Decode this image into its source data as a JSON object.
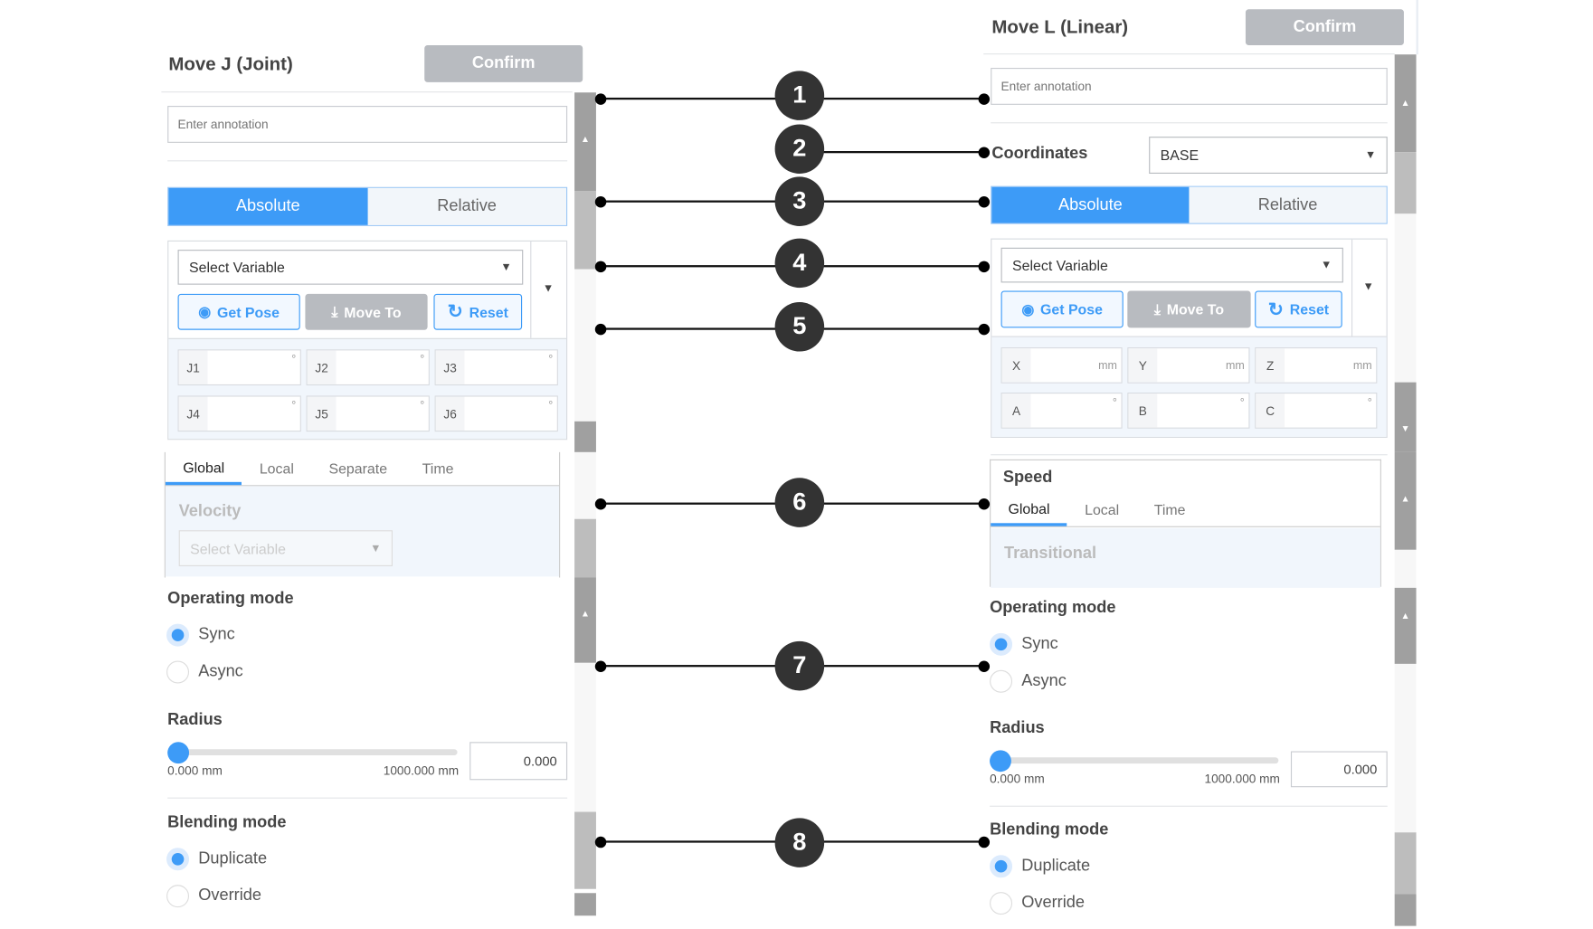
{
  "left": {
    "title": "Move J (Joint)",
    "confirm": "Confirm",
    "annotation_placeholder": "Enter annotation",
    "absolute": "Absolute",
    "relative": "Relative",
    "select_variable": "Select Variable",
    "get_pose": "Get Pose",
    "move_to": "Move To",
    "reset": "Reset",
    "fields": [
      {
        "label": "J1",
        "unit": "°"
      },
      {
        "label": "J2",
        "unit": "°"
      },
      {
        "label": "J3",
        "unit": "°"
      },
      {
        "label": "J4",
        "unit": "°"
      },
      {
        "label": "J5",
        "unit": "°"
      },
      {
        "label": "J6",
        "unit": "°"
      }
    ],
    "tabs": [
      "Global",
      "Local",
      "Separate",
      "Time"
    ],
    "velocity": "Velocity",
    "velocity_select": "Select Variable",
    "operating_mode": "Operating mode",
    "sync": "Sync",
    "async": "Async",
    "radius": "Radius",
    "radius_min": "0.000 mm",
    "radius_max": "1000.000 mm",
    "radius_value": "0.000",
    "radius_fraction": 0,
    "blending_mode": "Blending mode",
    "duplicate": "Duplicate",
    "override": "Override"
  },
  "right": {
    "title": "Move L (Linear)",
    "confirm": "Confirm",
    "annotation_placeholder": "Enter annotation",
    "coordinates": "Coordinates",
    "coordinates_value": "BASE",
    "absolute": "Absolute",
    "relative": "Relative",
    "select_variable": "Select Variable",
    "get_pose": "Get Pose",
    "move_to": "Move To",
    "reset": "Reset",
    "fields": [
      {
        "label": "X",
        "unit": "mm"
      },
      {
        "label": "Y",
        "unit": "mm"
      },
      {
        "label": "Z",
        "unit": "mm"
      },
      {
        "label": "A",
        "unit": "°"
      },
      {
        "label": "B",
        "unit": "°"
      },
      {
        "label": "C",
        "unit": "°"
      }
    ],
    "speed": "Speed",
    "tabs": [
      "Global",
      "Local",
      "Time"
    ],
    "transitional": "Transitional",
    "operating_mode": "Operating mode",
    "sync": "Sync",
    "async": "Async",
    "radius": "Radius",
    "radius_min": "0.000 mm",
    "radius_max": "1000.000 mm",
    "radius_value": "0.000",
    "radius_fraction": 0,
    "blending_mode": "Blending mode",
    "duplicate": "Duplicate",
    "override": "Override"
  },
  "callouts": [
    "1",
    "2",
    "3",
    "4",
    "5",
    "6",
    "7",
    "8"
  ],
  "colors": {
    "accent": "#3d9bf7",
    "disabled": "#b8bbc0",
    "callout": "#333333"
  }
}
